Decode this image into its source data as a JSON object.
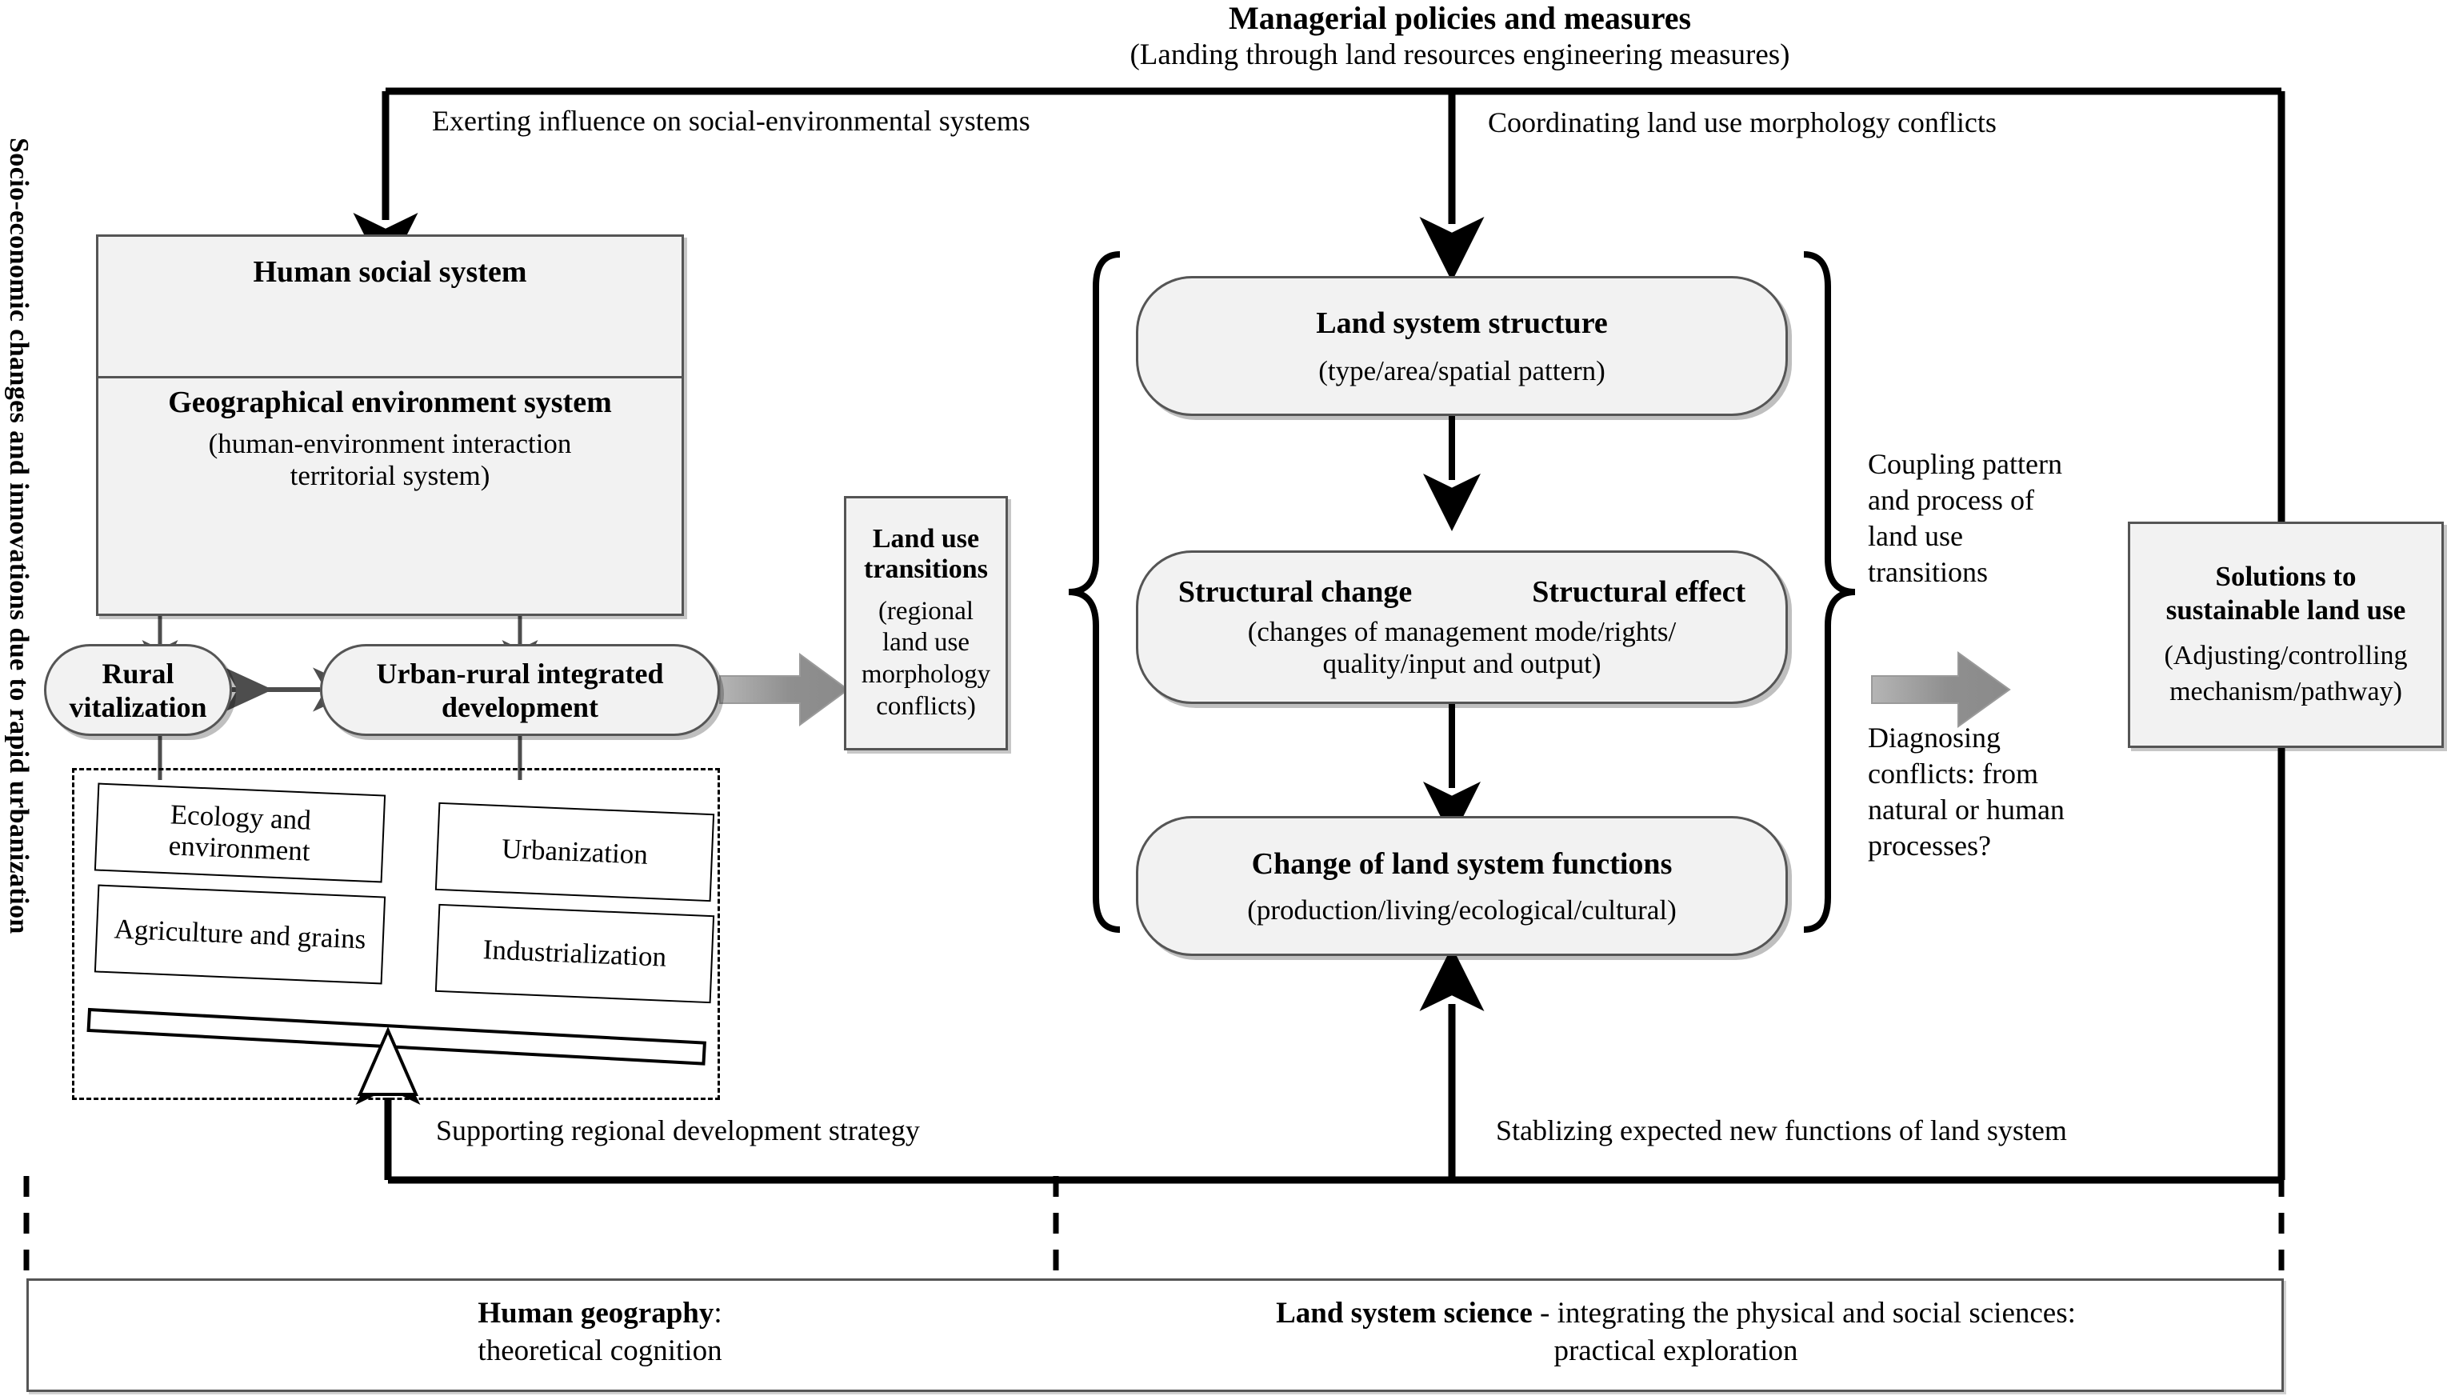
{
  "header": {
    "title": "Managerial policies and measures",
    "subtitle": "(Landing through land resources engineering measures)"
  },
  "side_caption": "Socio-economic changes and innovations due to rapid urbanization",
  "edge_labels": {
    "top_left": "Exerting influence on social-environmental systems",
    "top_right": "Coordinating land use morphology conflicts",
    "bottom_left": "Supporting regional development strategy",
    "bottom_right": "Stablizing expected new functions of land system"
  },
  "left_panel": {
    "system_box": {
      "line1": "Human social system",
      "line2": "Geographical environment system",
      "line3": "(human-environment interaction",
      "line4": "territorial system)"
    },
    "nodes": [
      {
        "line1": "Rural",
        "line2": "vitalization"
      },
      {
        "line1": "Urban-rural integrated",
        "line2": "development"
      }
    ],
    "balance": {
      "items": [
        "Ecology and environment",
        "Urbanization",
        "Agriculture and grains",
        "Industrialization"
      ]
    }
  },
  "transition_box": {
    "title_line1": "Land use",
    "title_line2": "transitions",
    "sub_line1": "(regional",
    "sub_line2": "land use",
    "sub_line3": "morphology",
    "sub_line4": "conflicts)"
  },
  "center_panel": {
    "nodes": [
      {
        "title": "Land system structure",
        "sub": "(type/area/spatial pattern)"
      },
      {
        "title_left": "Structural change",
        "title_right": "Structural effect",
        "sub_line1": "(changes of management mode/rights/",
        "sub_line2": "quality/input and output)"
      },
      {
        "title": "Change of land system functions",
        "sub": "(production/living/ecological/cultural)"
      }
    ]
  },
  "right_panel": {
    "note_top_l1": "Coupling pattern",
    "note_top_l2": "and process of",
    "note_top_l3": "land use",
    "note_top_l4": "transitions",
    "note_bottom_l1": "Diagnosing",
    "note_bottom_l2": "conflicts: from",
    "note_bottom_l3": "natural or human",
    "note_bottom_l4": "processes?",
    "solution_box": {
      "title_l1": "Solutions to",
      "title_l2": "sustainable land use",
      "sub_l1": "(Adjusting/controlling",
      "sub_l2": "mechanism/pathway)"
    }
  },
  "bottom_bar": {
    "left": {
      "bold": "Human geography",
      "rest": ":",
      "line2": "theoretical cognition"
    },
    "right": {
      "bold": "Land system science",
      "rest": " - integrating the physical and social sciences:",
      "line2": "practical exploration"
    }
  },
  "colors": {
    "box_fill": "#f2f2f2",
    "box_stroke": "#555555",
    "line": "#000000",
    "gray_arrow": "#8c8c8c",
    "dark_gray_arrow": "#4d4d4d"
  }
}
